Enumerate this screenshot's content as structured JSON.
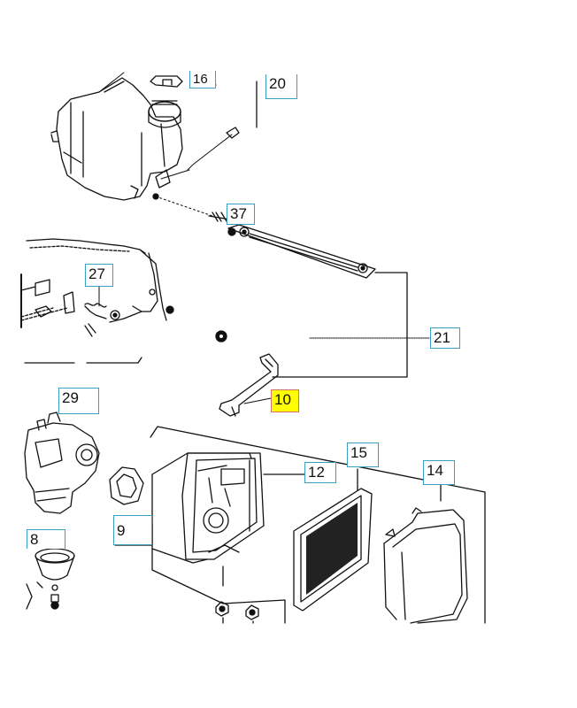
{
  "callouts": {
    "c16": "16",
    "c20": "20",
    "c37": "37",
    "c27": "27",
    "c21": "21",
    "c10": "10",
    "c29": "29",
    "c12": "12",
    "c15": "15",
    "c14": "14",
    "c9": "9",
    "c8": "8"
  },
  "highlight": {
    "part": "10",
    "color": "#ffff00"
  },
  "colors": {
    "label_border": "#3c9ec4",
    "line": "#111111"
  }
}
